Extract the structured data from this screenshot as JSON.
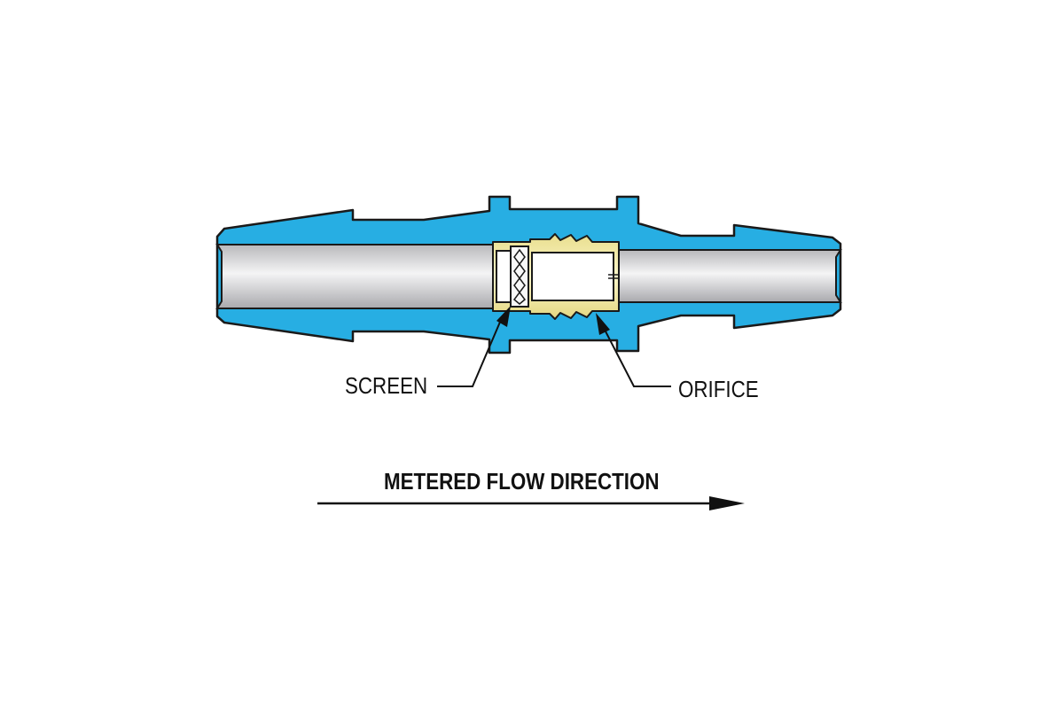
{
  "diagram": {
    "labels": {
      "screen": "SCREEN",
      "orifice": "ORIFICE",
      "flow_direction": "METERED FLOW DIRECTION"
    },
    "colors": {
      "body": "#27aee3",
      "outline": "#1a1a1a",
      "bore": "#c9c9cc",
      "brass": "#f6efaa",
      "background": "#ffffff"
    }
  }
}
